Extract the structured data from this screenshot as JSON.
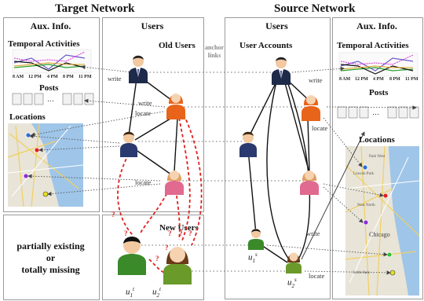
{
  "panels": {
    "target_title": "Target Network",
    "source_title": "Source Network"
  },
  "target": {
    "aux_header": "Aux. Info.",
    "users_header": "Users",
    "temporal_label": "Temporal Activities",
    "time_ticks": [
      "8 AM",
      "12 PM",
      "4 PM",
      "8 PM",
      "11 PM"
    ],
    "posts_label": "Posts",
    "locations_label": "Locations",
    "old_users_label": "Old Users",
    "new_users_label": "New Users",
    "missing_text": [
      "partially existing",
      "or",
      "totally missing"
    ],
    "write_label_1": "write",
    "write_label_2": "write",
    "locate_label_1": "locate",
    "locate_label_2": "locate",
    "unknown_mark": "?",
    "new_user_1": {
      "base": "u",
      "sub": "1",
      "sup": "t"
    },
    "new_user_2": {
      "base": "u",
      "sub": "2",
      "sup": "t"
    }
  },
  "anchor_links_label": [
    "anchor",
    "links"
  ],
  "source": {
    "users_header": "Users",
    "aux_header": "Aux. Info.",
    "user_accounts_label": "User Accounts",
    "temporal_label": "Temporal Activities",
    "time_ticks": [
      "8 AM",
      "12 PM",
      "4 PM",
      "8 PM",
      "11 PM"
    ],
    "posts_label": "Posts",
    "locations_label": "Locations",
    "write_label_1": "write",
    "write_label_2": "write",
    "locate_label_1": "locate",
    "locate_label_2": "locate",
    "map_text": [
      "Park West",
      "Lincoln Park",
      "Near North",
      "Chicago",
      "Little Italy"
    ],
    "user_1": {
      "base": "u",
      "sub": "1",
      "sup": "s"
    },
    "user_2": {
      "base": "u",
      "sub": "2",
      "sup": "s"
    }
  },
  "colors": {
    "anchor_dots": "#8a8a8a",
    "missing_link": "#e02020",
    "shirt_green": "#3a8a2a",
    "hair_orange": "#e8641a",
    "suit_navy": "#1e2a4a"
  }
}
